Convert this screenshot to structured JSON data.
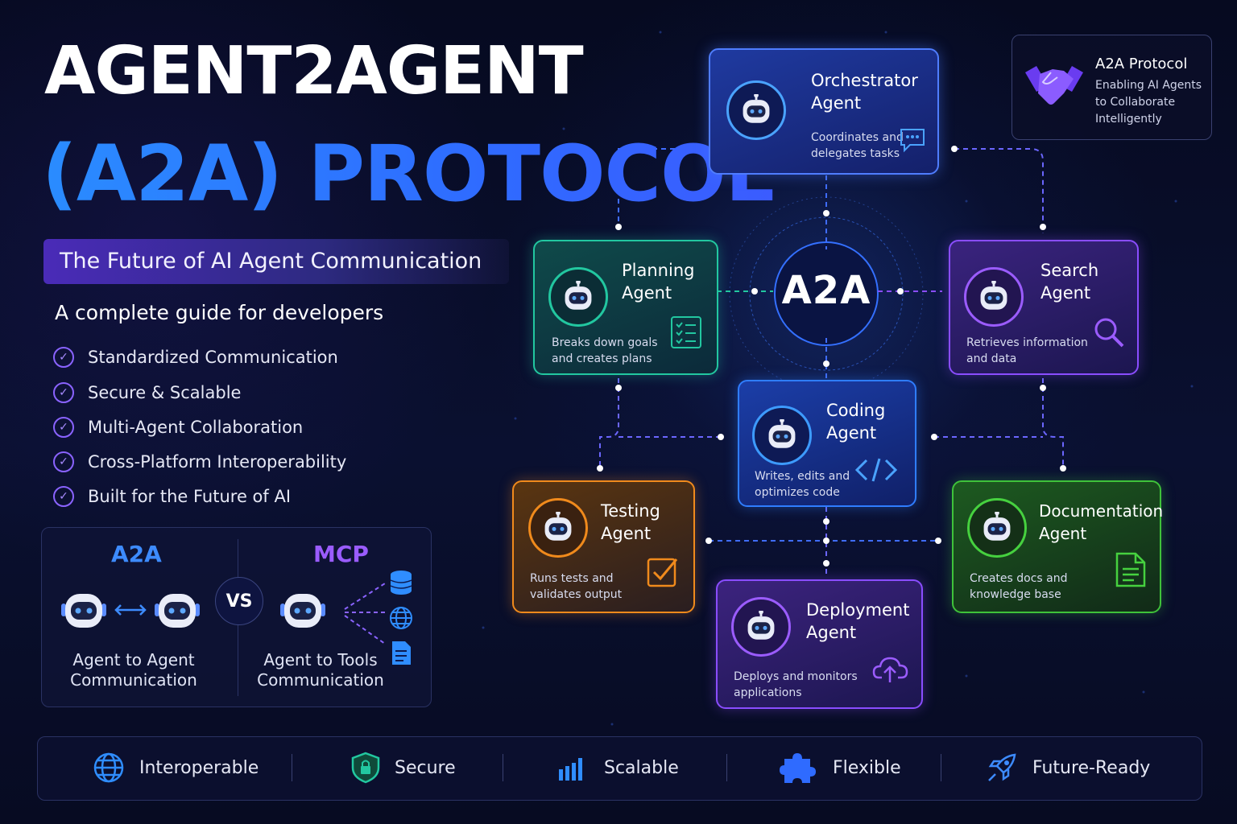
{
  "header": {
    "title_line1": "AGENT2AGENT",
    "title_line2": "(A2A) PROTOCOL",
    "subtitle": "The Future of AI Agent Communication",
    "guide_text": "A complete guide for developers"
  },
  "features": [
    "Standardized Communication",
    "Secure & Scalable",
    "Multi-Agent Collaboration",
    "Cross-Platform Interoperability",
    "Built for the Future of AI"
  ],
  "comparison": {
    "left_title": "A2A",
    "left_caption": [
      "Agent to Agent",
      "Communication"
    ],
    "vs": "VS",
    "right_title": "MCP",
    "right_caption": [
      "Agent to Tools",
      "Communication"
    ],
    "tool_icons": [
      "database-icon",
      "globe-icon",
      "document-icon"
    ]
  },
  "legend": {
    "title": "A2A Protocol",
    "desc": [
      "Enabling AI Agents",
      "to Collaborate",
      "Intelligently"
    ],
    "icon": "handshake-icon"
  },
  "hub": {
    "label": "A2A"
  },
  "agents": [
    {
      "title": [
        "Orchestrator",
        "Agent"
      ],
      "desc": [
        "Coordinates and",
        "delegates tasks"
      ],
      "icon": "chat-icon",
      "color": "#3f6cff"
    },
    {
      "title": [
        "Planning",
        "Agent"
      ],
      "desc": [
        "Breaks down goals",
        "and creates plans"
      ],
      "icon": "checklist-icon",
      "color": "#22c7a0"
    },
    {
      "title": [
        "Search",
        "Agent"
      ],
      "desc": [
        "Retrieves information",
        "and data"
      ],
      "icon": "magnifier-icon",
      "color": "#8a4dff"
    },
    {
      "title": [
        "Coding",
        "Agent"
      ],
      "desc": [
        "Writes, edits and",
        "optimizes code"
      ],
      "icon": "code-icon",
      "color": "#2f7dff"
    },
    {
      "title": [
        "Testing",
        "Agent"
      ],
      "desc": [
        "Runs tests and",
        "validates output"
      ],
      "icon": "checkbox-icon",
      "color": "#f08a1c"
    },
    {
      "title": [
        "Documentation",
        "Agent"
      ],
      "desc": [
        "Creates docs and",
        "knowledge base"
      ],
      "icon": "doc-icon",
      "color": "#3fc23a"
    },
    {
      "title": [
        "Deployment",
        "Agent"
      ],
      "desc": [
        "Deploys and monitors",
        "applications"
      ],
      "icon": "cloud-upload-icon",
      "color": "#8a4dff"
    }
  ],
  "bottom_bar": [
    {
      "label": "Interoperable",
      "icon": "globe-icon"
    },
    {
      "label": "Secure",
      "icon": "shield-lock-icon"
    },
    {
      "label": "Scalable",
      "icon": "bar-chart-icon"
    },
    {
      "label": "Flexible",
      "icon": "puzzle-icon"
    },
    {
      "label": "Future-Ready",
      "icon": "rocket-icon"
    }
  ],
  "colors": {
    "background": "#070b22",
    "title_blue": "#2a8cff",
    "accent_purple": "#8a63ff"
  }
}
